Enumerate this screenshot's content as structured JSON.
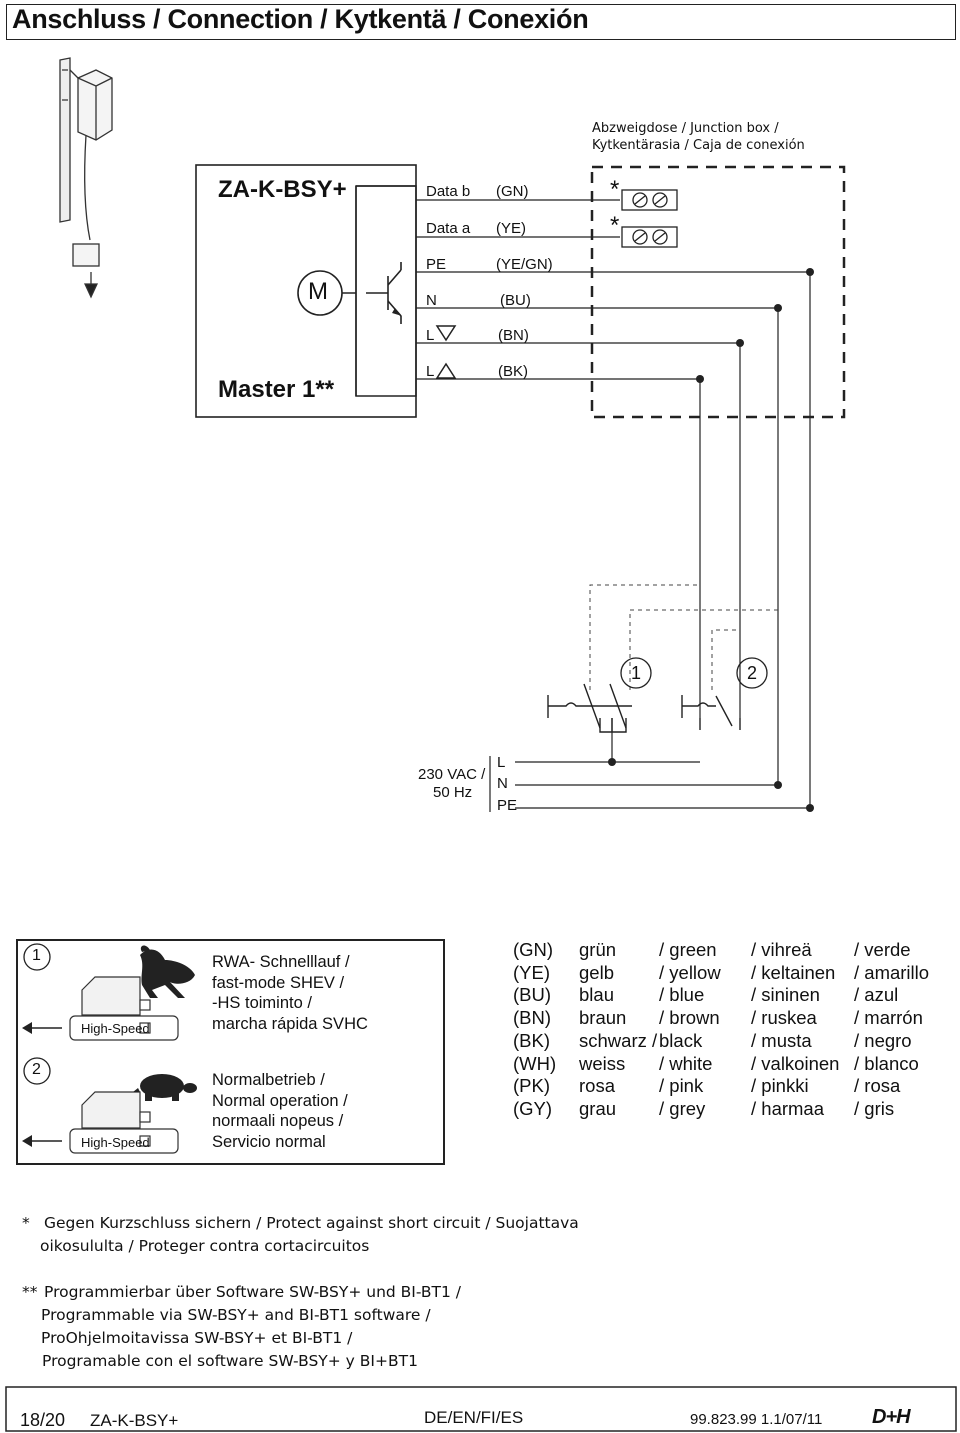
{
  "page": {
    "title": "Anschluss / Connection / Kytkentä / Conexión"
  },
  "device": {
    "model": "ZA-K-BSY+",
    "role": "Master 1**",
    "motor": "M"
  },
  "junction_box": {
    "line1": "Abzweigdose / Junction box /",
    "line2": "Kytkentärasia / Caja de conexión",
    "fuse_mark": "*"
  },
  "terminals": [
    {
      "name": "Data b",
      "wire": "(GN)"
    },
    {
      "name": "Data a",
      "wire": "(YE)"
    },
    {
      "name": "PE",
      "wire": "(YE/GN)"
    },
    {
      "name": "N",
      "wire": "(BU)"
    },
    {
      "name": "L",
      "wire": "(BN)"
    },
    {
      "name": "L",
      "wire": "(BK)"
    }
  ],
  "supply": {
    "voltage": "230 VAC /",
    "freq": "50 Hz",
    "l": "L",
    "n": "N",
    "pe": "PE"
  },
  "switches": {
    "s1": "1",
    "s2": "2"
  },
  "modes": [
    {
      "number": "1",
      "badge": "High-Speed",
      "lines": [
        "RWA- Schnelllauf /",
        "fast-mode SHEV /",
        "-HS toiminto /",
        "marcha rápida SVHC"
      ],
      "icon": "rabbit-icon"
    },
    {
      "number": "2",
      "badge": "High-Speed",
      "lines": [
        "Normalbetrieb /",
        "Normal operation  /",
        "normaali nopeus /",
        "Servicio normal"
      ],
      "icon": "turtle-icon"
    }
  ],
  "color_table": [
    [
      "(GN)",
      "grün",
      "/ green",
      "/ vihreä",
      "/ verde"
    ],
    [
      "(YE)",
      "gelb",
      "/ yellow",
      "/ keltainen",
      "/ amarillo"
    ],
    [
      "(BU)",
      "blau",
      "/ blue",
      "/ sininen",
      "/ azul"
    ],
    [
      "(BN)",
      "braun",
      "/ brown",
      "/ ruskea",
      "/ marrón"
    ],
    [
      "(BK)",
      "schwarz /",
      "black",
      "/ musta",
      "/ negro"
    ],
    [
      "(WH)",
      "weiss",
      "/ white",
      "/ valkoinen",
      "/ blanco"
    ],
    [
      "(PK)",
      "rosa",
      "/ pink",
      "/ pinkki",
      "/ rosa"
    ],
    [
      "(GY)",
      "grau",
      "/ grey",
      "/ harmaa",
      "/ gris"
    ]
  ],
  "notes": {
    "n1_mark": "*",
    "n1_line1": "Gegen Kurzschluss sichern / Protect against short circuit / Suojattava",
    "n1_line2": "oikosululta / Proteger contra cortacircuitos",
    "n2_mark": "**",
    "n2_line1": "Programmierbar über Software SW-BSY+ und BI-BT1 /",
    "n2_line2": "Programmable via SW-BSY+ and BI-BT1 software /",
    "n2_line3": "ProOhjelmoitavissa SW-BSY+ et BI-BT1 /",
    "n2_line4": "Programable con el software SW-BSY+ y BI+BT1"
  },
  "footer": {
    "page": "18/20",
    "model": "ZA-K-BSY+",
    "langs": "DE/EN/FI/ES",
    "docnum": "99.823.99 1.1/07/11",
    "logo": "D+H"
  }
}
